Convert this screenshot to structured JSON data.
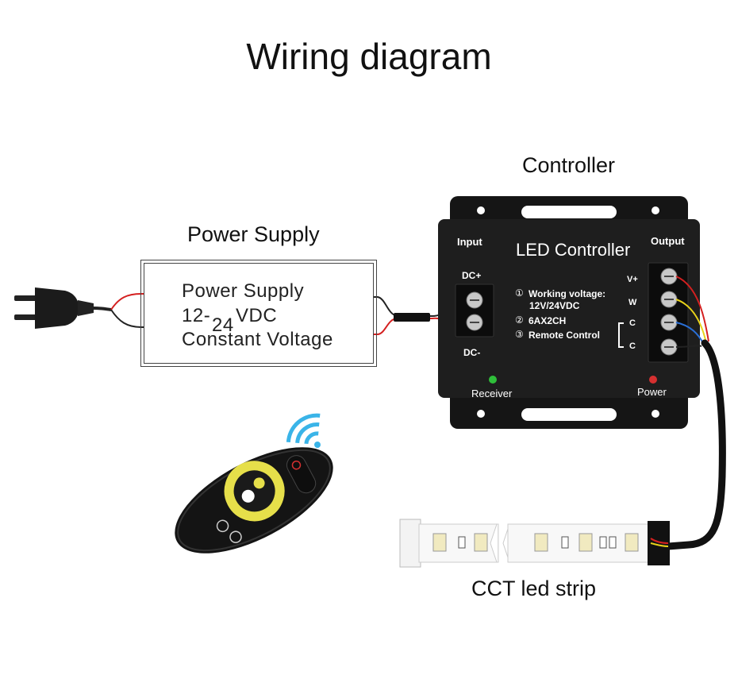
{
  "title": "Wiring diagram",
  "labels": {
    "controller": "Controller",
    "power_supply": "Power Supply",
    "strip": "CCT led strip"
  },
  "power_supply_box": {
    "line1": "Power Supply",
    "line2_a": "12-",
    "line2_b": "VDC",
    "line2_sub": "24",
    "line3": "Constant Voltage"
  },
  "controller": {
    "name": "LED Controller",
    "input_label": "Input",
    "output_label": "Output",
    "dc_plus": "DC+",
    "dc_minus": "DC-",
    "spec1_num": "①",
    "spec1": "Working voltage:",
    "spec1b": "12V/24VDC",
    "spec2_num": "②",
    "spec2": "6AX2CH",
    "spec3_num": "③",
    "spec3": "Remote Control",
    "out_v": "V+",
    "out_w": "W",
    "out_c1": "C",
    "out_c2": "C",
    "receiver": "Receiver",
    "power": "Power"
  },
  "colors": {
    "wire_red": "#d42020",
    "wire_yellow": "#e8d21a",
    "wire_blue": "#2a6fd6",
    "led_green": "#2fbf3a",
    "led_red": "#d63030",
    "remote_ring": "#e6df4a"
  },
  "icons": [
    "plug-icon",
    "wifi-signal-icon",
    "remote-icon"
  ]
}
